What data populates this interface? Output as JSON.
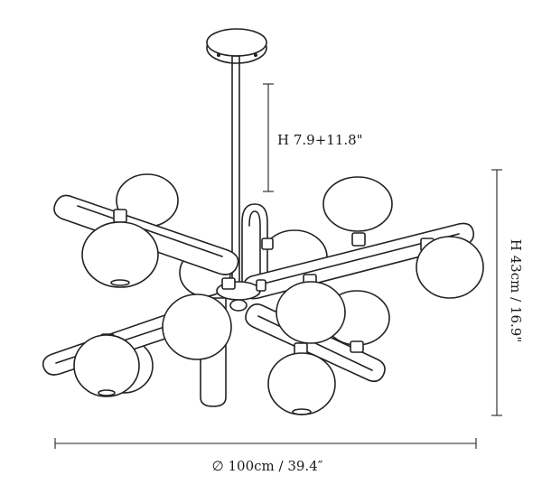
{
  "dimensions": {
    "drop_label": "H 7.9+11.8\"",
    "height_label": "H 43cm / 16.9\"",
    "diameter_label": "∅ 100cm / 39.4″"
  },
  "line_color": "#222222"
}
